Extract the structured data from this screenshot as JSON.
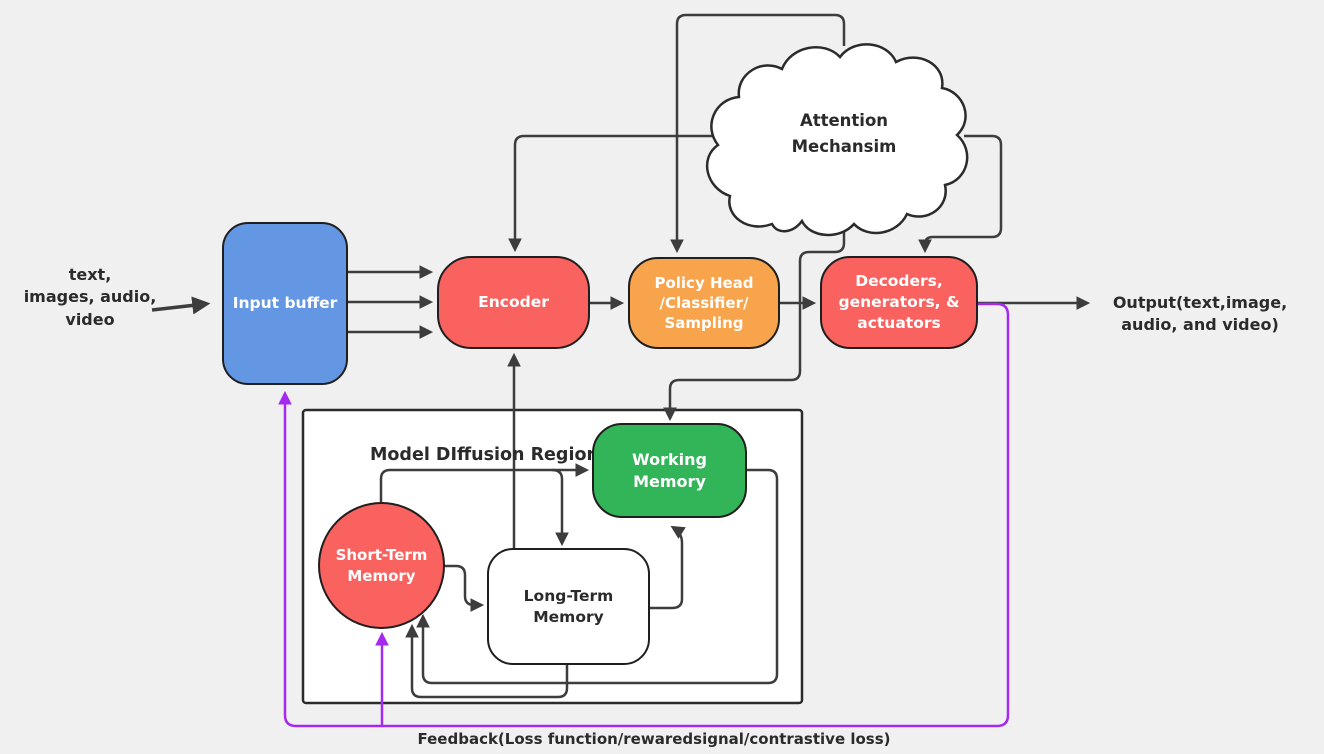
{
  "diagram": {
    "title_region": "Model DIffusion Region",
    "nodes": {
      "input_label": {
        "label": "text,\nimages, audio,\nvideo"
      },
      "input_buffer": {
        "label": "Input buffer",
        "color": "#6397e4"
      },
      "encoder": {
        "label": "Encoder",
        "color": "#f9625f"
      },
      "policy_head": {
        "label": "Policy Head\n/Classifier/\nSampling",
        "color": "#f7a44c"
      },
      "decoders": {
        "label": "Decoders,\ngenerators, &\nactuators",
        "color": "#f9625f"
      },
      "attention": {
        "label": "Attention\nMechansim",
        "color": "#ffffff"
      },
      "working_memory": {
        "label": "Working Memory",
        "color": "#32b458"
      },
      "short_term_memory": {
        "label": "Short-Term\nMemory",
        "color": "#f9625f"
      },
      "long_term_memory": {
        "label": "Long-Term Memory",
        "color": "#ffffff"
      },
      "output_label": {
        "label": "Output(text,image,\naudio, and video)"
      },
      "feedback_label": {
        "label": "Feedback(Loss function/rewaredsignal/contrastive loss)"
      }
    },
    "edges": [
      {
        "from": "input",
        "to": "input_buffer",
        "color": "line"
      },
      {
        "from": "input_buffer",
        "to": "encoder",
        "color": "line",
        "count": 3
      },
      {
        "from": "encoder",
        "to": "policy_head",
        "color": "line"
      },
      {
        "from": "policy_head",
        "to": "decoders",
        "color": "line"
      },
      {
        "from": "decoders",
        "to": "output",
        "color": "line"
      },
      {
        "from": "attention",
        "to": "policy_head",
        "color": "line"
      },
      {
        "from": "attention",
        "to": "encoder",
        "color": "line"
      },
      {
        "from": "attention",
        "to": "decoders",
        "color": "line"
      },
      {
        "from": "attention",
        "to": "working_memory",
        "color": "line"
      },
      {
        "from": "long_term_memory",
        "to": "encoder",
        "color": "line"
      },
      {
        "from": "short_term_memory",
        "to": "working_memory",
        "color": "line"
      },
      {
        "from": "short_term_memory",
        "to": "long_term_memory",
        "color": "line"
      },
      {
        "from": "long_term_memory",
        "to": "working_memory",
        "color": "line"
      },
      {
        "from": "long_term_memory",
        "to": "short_term_memory",
        "color": "line"
      },
      {
        "from": "working_memory",
        "to": "short_term_memory",
        "color": "line"
      },
      {
        "from": "decoders",
        "to": "input_buffer",
        "color": "purple",
        "meaning": "feedback"
      },
      {
        "from": "decoders",
        "to": "short_term_memory",
        "color": "purple",
        "meaning": "feedback"
      }
    ]
  },
  "colors": {
    "background": "#f0f0f1",
    "line": "#3d3d3d",
    "purple": "#a42af0",
    "blue": "#6397e4",
    "red": "#f9625f",
    "orange": "#f7a44c",
    "green": "#32b458",
    "node_border": "#1f1f1f",
    "text_dark": "#2b2b2b",
    "white": "#ffffff"
  }
}
